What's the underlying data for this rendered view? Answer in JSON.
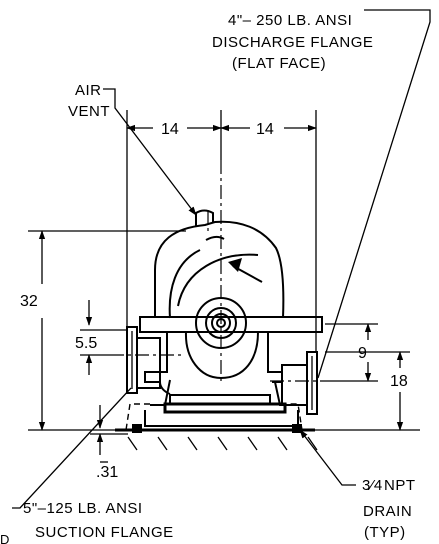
{
  "labels": {
    "discharge_line1": "4\"– 250 LB. ANSI",
    "discharge_line2": "DISCHARGE FLANGE",
    "discharge_line3": "(FLAT FACE)",
    "air_vent_line1": "AIR",
    "air_vent_line2": "VENT",
    "suction_line1": "5\"–125 LB. ANSI",
    "suction_line2": "SUCTION FLANGE",
    "drain_line1_frac": "3⁄4",
    "drain_line1_text": "NPT",
    "drain_line2": "DRAIN",
    "drain_line3": "(TYP)",
    "corner_letter": "D"
  },
  "dimensions": {
    "width_left": "14",
    "width_right": "14",
    "overall_height": "32",
    "suction_height": "5.5",
    "shaft_height": "9",
    "discharge_height": "18",
    "base_offset": ".31"
  }
}
